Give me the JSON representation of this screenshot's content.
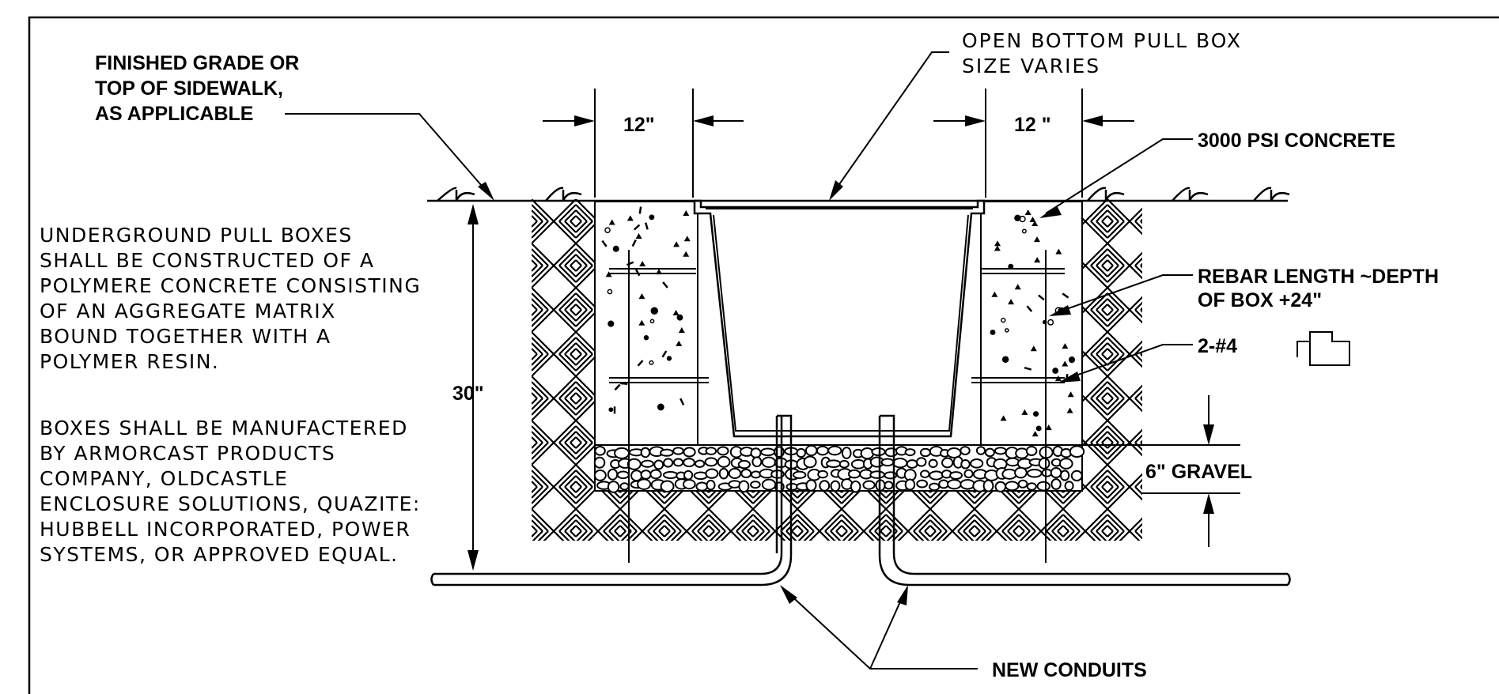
{
  "callouts": {
    "finished_grade": [
      "FINISHED GRADE OR",
      "TOP OF SIDEWALK,",
      "AS APPLICABLE"
    ],
    "pull_box": [
      "OPEN BOTTOM PULL BOX",
      "SIZE VARIES"
    ],
    "concrete": "3000 PSI CONCRETE",
    "rebar": [
      "REBAR LENGTH ~DEPTH",
      "OF BOX +24\""
    ],
    "rebar_size": "2-#4",
    "gravel": "6\" GRAVEL",
    "conduits": "NEW CONDUITS"
  },
  "dimensions": {
    "left_width": "12\"",
    "right_width": "12 \"",
    "depth": "30\""
  },
  "notes": {
    "construction": [
      "UNDERGROUND PULL BOXES",
      "SHALL BE CONSTRUCTED OF A",
      "POLYMERE CONCRETE CONSISTING",
      "OF AN AGGREGATE MATRIX",
      "BOUND TOGETHER WITH A",
      "POLYMER RESIN."
    ],
    "manufacturers": [
      "BOXES SHALL BE MANUFACTERED",
      "BY ARMORCAST PRODUCTS",
      "COMPANY, OLDCASTLE",
      "ENCLOSURE SOLUTIONS, QUAZITE:",
      "HUBBELL INCORPORATED, POWER",
      "SYSTEMS, OR APPROVED EQUAL."
    ]
  }
}
